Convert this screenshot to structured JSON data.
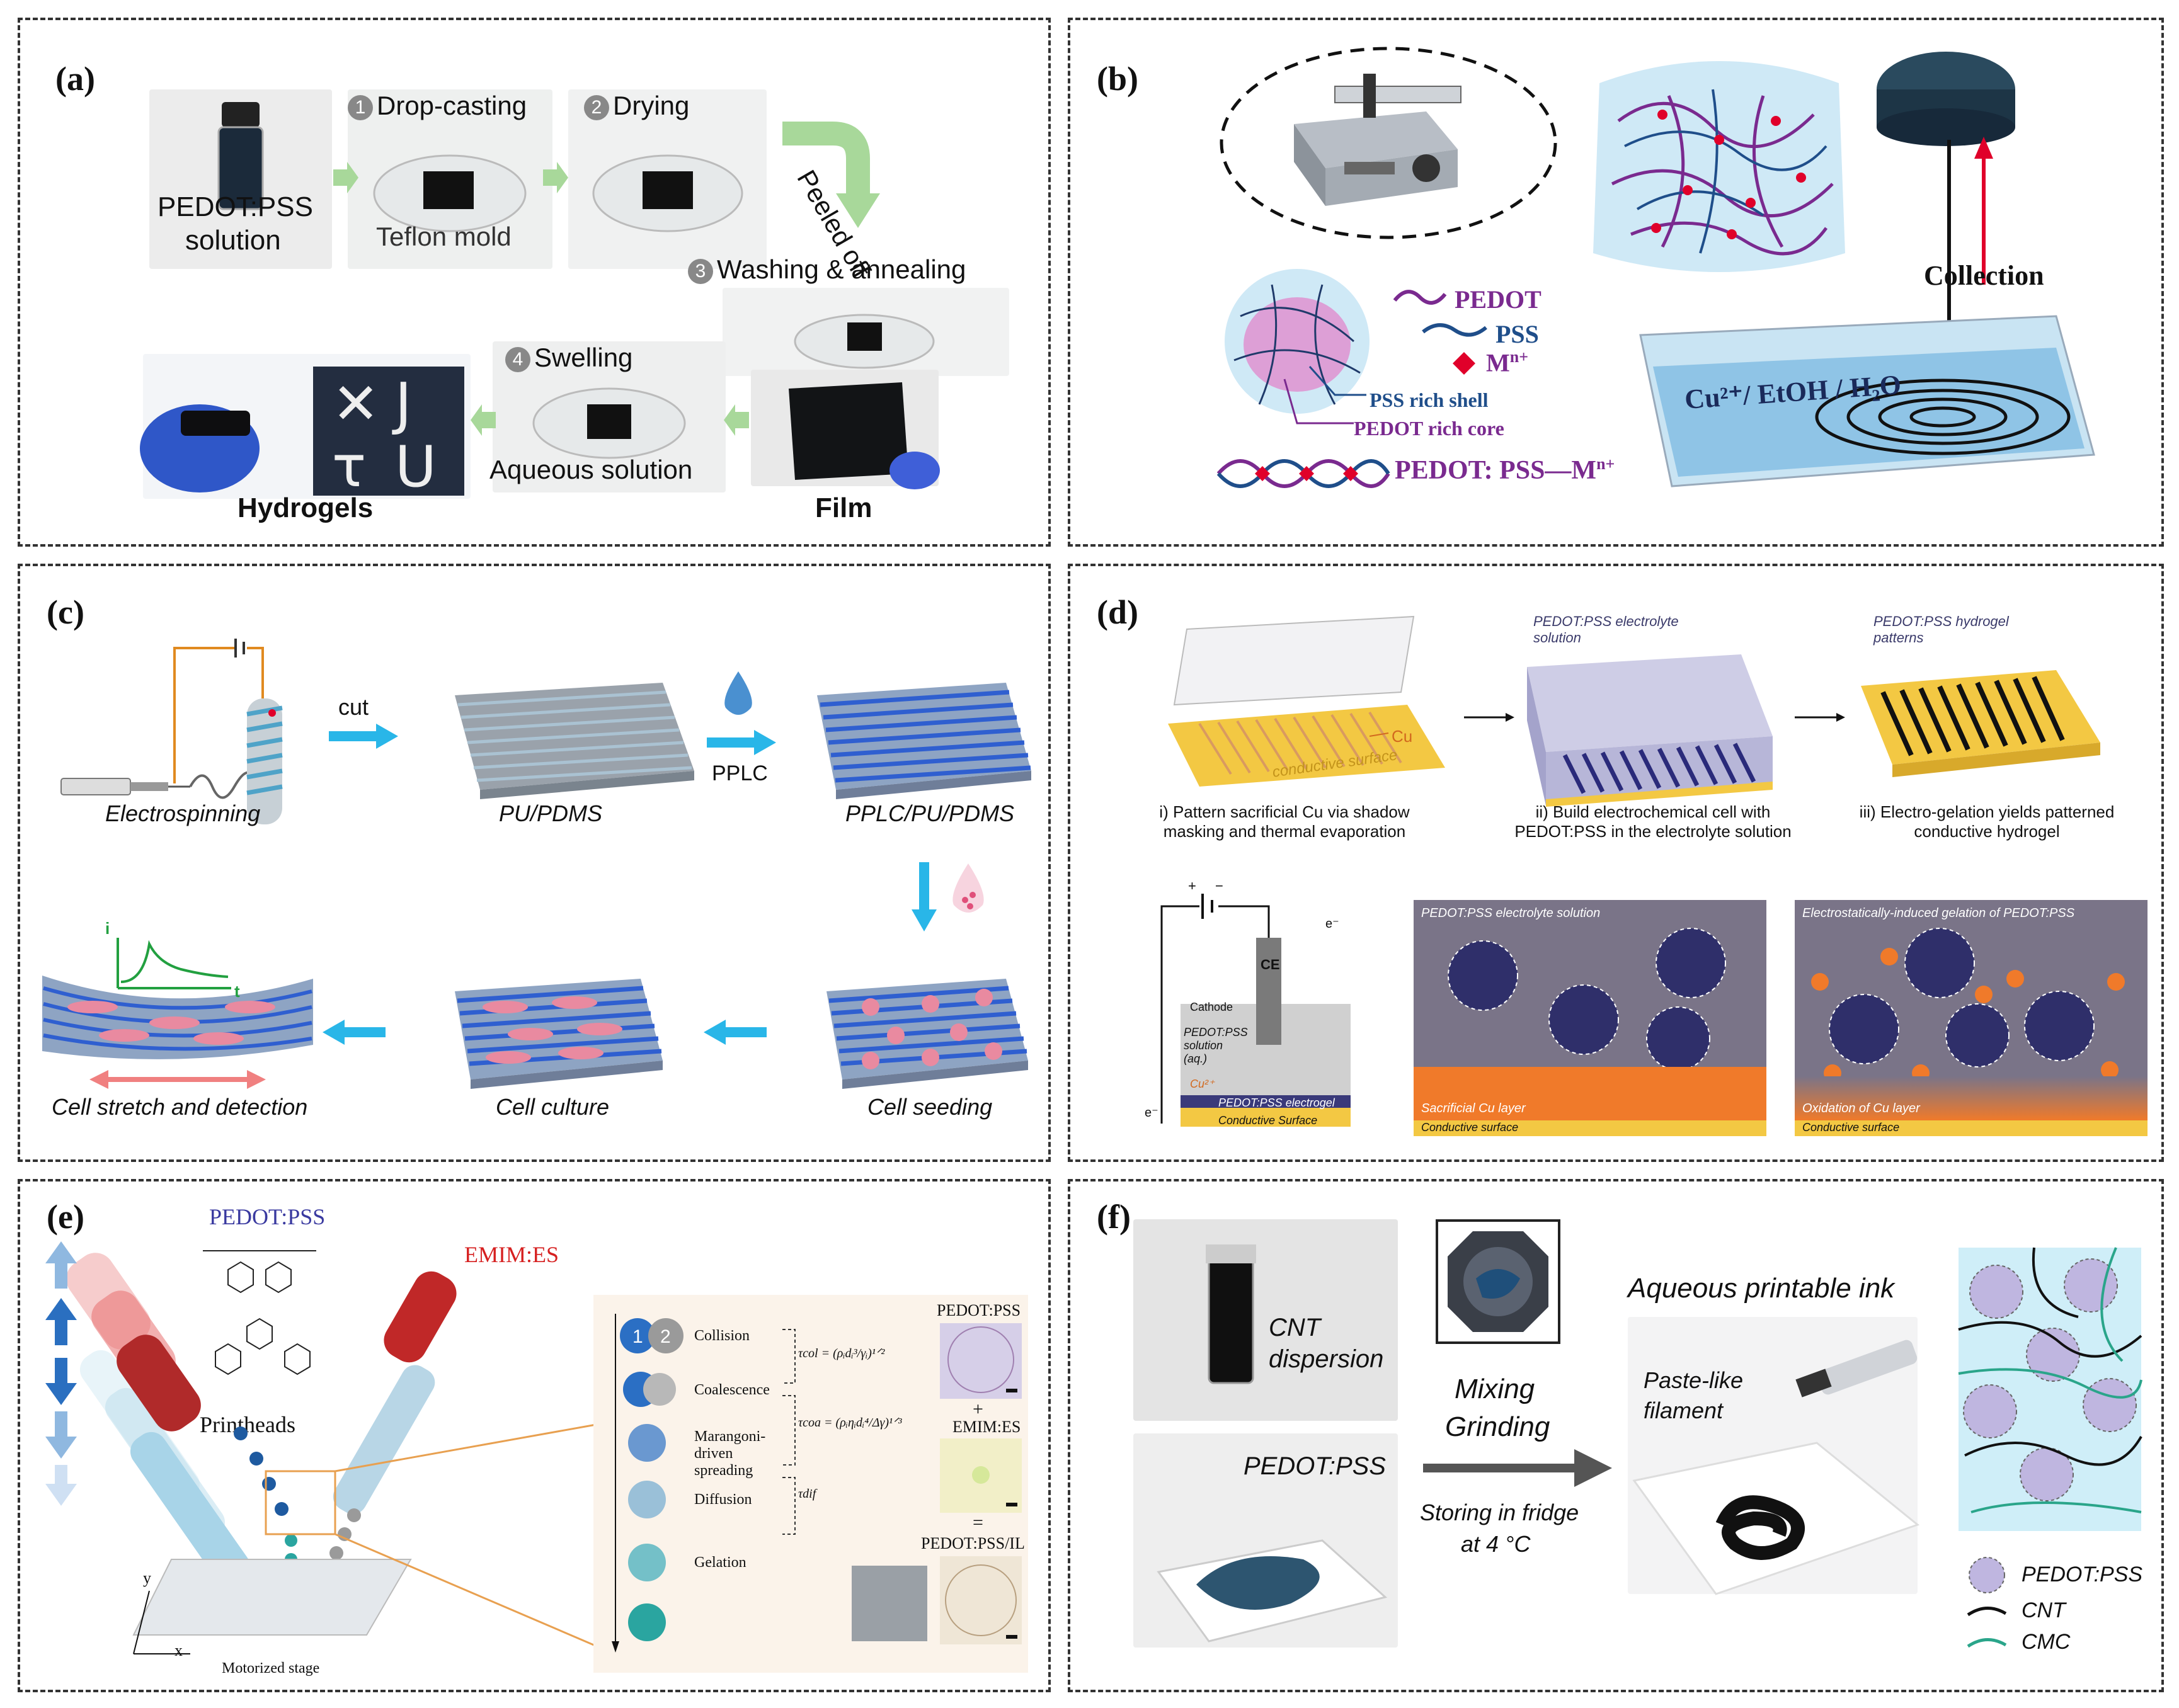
{
  "panels": {
    "a": {
      "label": "(a)",
      "solution_label_1": "PEDOT:PSS",
      "solution_label_2": "solution",
      "step1_num": "1",
      "step1": "Drop-casting",
      "mold": "Teflon mold",
      "step2_num": "2",
      "step2": "Drying",
      "peeled": "Peeled off",
      "step3_num": "3",
      "step3": "Washing & annealing",
      "step4_num": "4",
      "step4": "Swelling",
      "aqueous": "Aqueous solution",
      "hydrogels": "Hydrogels",
      "film": "Film"
    },
    "b": {
      "label": "(b)",
      "legend_pedot": "PEDOT",
      "legend_pss": "PSS",
      "legend_m": "M",
      "legend_m_sup": "n+",
      "pss_shell": "PSS rich shell",
      "pedot_core": "PEDOT rich core",
      "complex": "PEDOT: PSS—M",
      "complex_sup": "n+",
      "collection": "Collection",
      "bath": "Cu²⁺/ EtOH / H₂O"
    },
    "c": {
      "label": "(c)",
      "cut": "cut",
      "pplc": "PPLC",
      "electrospinning": "Electrospinning",
      "pu_pdms": "PU/PDMS",
      "pplc_pu_pdms": "PPLC/PU/PDMS",
      "cell_seeding": "Cell seeding",
      "cell_culture": "Cell culture",
      "cell_stretch": "Cell stretch and detection",
      "current_label": "i",
      "time_label": "t"
    },
    "d": {
      "label": "(d)",
      "cu": "Cu",
      "conductive_surface": "conductive surface",
      "electrolyte_solution": "PEDOT:PSS electrolyte solution",
      "hydrogel_patterns": "PEDOT:PSS hydrogel patterns",
      "caption1": "i) Pattern sacrificial Cu via shadow masking and thermal evaporation",
      "caption2": "ii) Build electrochemical cell with PEDOT:PSS in the electrolyte solution",
      "caption3": "iii) Electro-gelation yields patterned conductive hydrogel",
      "ce": "CE",
      "cathode": "Cathode",
      "sol_aq": "PEDOT:PSS solution (aq.)",
      "cu2": "Cu²⁺",
      "electrogel": "PEDOT:PSS electrogel",
      "conductive_surface2": "Conductive Surface",
      "electrolyte_solution2": "PEDOT:PSS electrolyte solution",
      "sacrificial_cu": "Sacrificial Cu layer",
      "conductive_surface3": "Conductive surface",
      "gelation": "Electrostatically-induced gelation of PEDOT:PSS",
      "oxidation": "Oxidation of Cu layer",
      "conductive_surface4": "Conductive surface",
      "electron": "e⁻",
      "plus": "+",
      "minus": "−"
    },
    "e": {
      "label": "(e)",
      "pedot_pss": "PEDOT:PSS",
      "emim_es": "EMIM:ES",
      "printheads": "Printheads",
      "motorized_stage": "Motorized stage",
      "axis_y": "y",
      "axis_x": "x",
      "step_1": "1",
      "step_2": "2",
      "collision": "Collision",
      "coalescence": "Coalescence",
      "marangoni": "Marangoni-driven spreading",
      "diffusion": "Diffusion",
      "gelation": "Gelation",
      "tau_col": "τcol = (ρᵢdᵢ³/γᵢ)¹ᐟ²",
      "tau_coa": "τcoa = (ρᵢηᵢdᵢ⁴/Δγ)¹ᐟ³",
      "tau_dif": "τdif",
      "img_pedot": "PEDOT:PSS",
      "plus": "+",
      "img_emim": "EMIM:ES",
      "equals": "=",
      "img_il": "PEDOT:PSS/IL"
    },
    "f": {
      "label": "(f)",
      "cnt_dispersion_1": "CNT",
      "cnt_dispersion_2": "dispersion",
      "pedot_pss": "PEDOT:PSS",
      "mixing": "Mixing",
      "grinding": "Grinding",
      "storing_1": "Storing in fridge",
      "storing_2": "at 4 °C",
      "ink_title": "Aqueous printable ink",
      "paste_1": "Paste-like",
      "paste_2": "filament",
      "legend_pedot": "PEDOT:PSS",
      "legend_cnt": "CNT",
      "legend_cmc": "CMC"
    }
  },
  "colors": {
    "panel_border": "#333333",
    "green_arrow": "#a8d89a",
    "cyan_arrow": "#29b6e8",
    "pedot_purple": "#7a2a8f",
    "pss_blue": "#1f4e8a",
    "mn_red": "#e0002a",
    "emim_red": "#d62020",
    "pedot_blue_text": "#3a3aa0",
    "fiber_blue": "#2f5fd0",
    "cell_pink": "#e98aa0",
    "gold": "#f3c843",
    "copper_orange": "#f07a2a",
    "cnt_green": "#2aa58a"
  }
}
